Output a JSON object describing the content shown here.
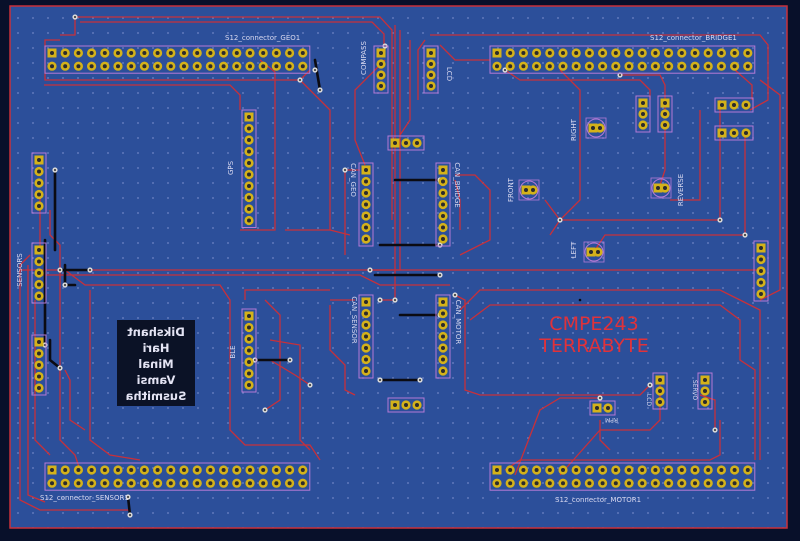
{
  "colors": {
    "background": "#08102a",
    "copper": "#2c4f9a",
    "grid_dot": "#6f84c4",
    "trace": "#c8303a",
    "pad": "#d4b21a",
    "drill": "#2b2b2b",
    "silk": "#d9d9f0",
    "outline": "#b57ad6",
    "edge": "#c8303a",
    "title": "#e0323a",
    "jumper": "#0b0b12",
    "team_box": "#0b1226",
    "team_text": "#e4e4f4"
  },
  "board": {
    "title_line1": "CMPE243",
    "title_line2": "TERRABYTE",
    "team": [
      "Dikshant",
      "Hari",
      "Minal",
      "Vamsi",
      "Susmitha"
    ]
  },
  "labels": {
    "conn_geo": "S12_connector_GEO1",
    "conn_bridge": "S12_connector_BRIDGE1",
    "conn_sensor": "S12_connector_SENSOR1",
    "conn_motor": "S12_connector_MOTOR1",
    "compass": "COMPASS",
    "gps": "GPS",
    "sensors": "SENSORS",
    "ble": "BLE",
    "can_geo": "CAN_GEO",
    "can_bridge": "CAN_BRIDGE",
    "can_sensor": "CAN_SENSOR",
    "can_motor": "CAN_MOTOR",
    "lcd": "LCD",
    "rpm": "RPM",
    "servo": "SERVO",
    "right": "RIGHT",
    "front": "FRONT",
    "reverse": "REVERSE",
    "left": "LEFT"
  }
}
